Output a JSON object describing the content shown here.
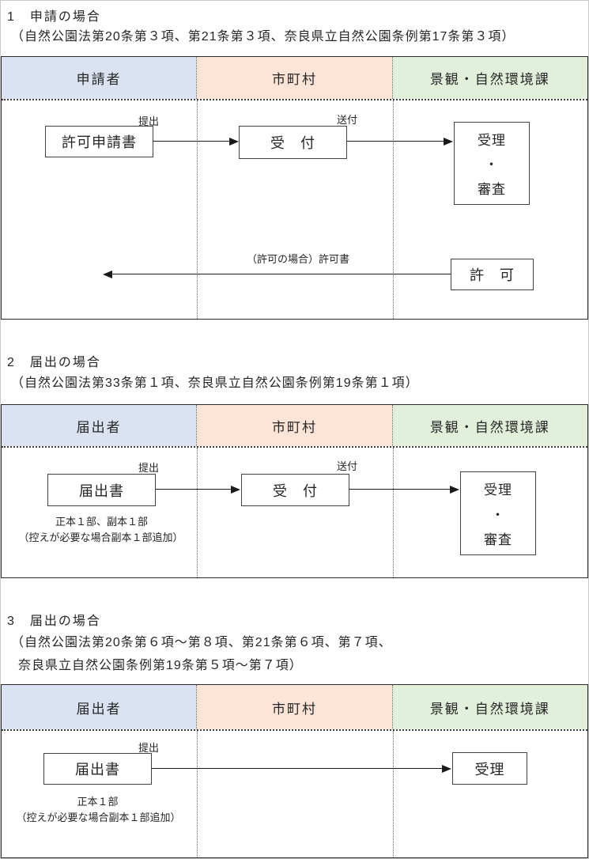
{
  "colors": {
    "applicant_header_bg": "#dbe2f1",
    "municipality_header_bg": "#fce4d6",
    "division_header_bg": "#e2efda",
    "table_border": "#2b2b2b",
    "arrow": "#1a1a1a"
  },
  "sections": [
    {
      "title": "1　申請の場合",
      "law_lines": [
        "（自然公園法第20条第３項、第21条第３項、奈良県立自然公園条例第17条第３項）"
      ],
      "columns": {
        "left": "申請者",
        "middle": "市町村",
        "right": "景観・自然環境課"
      },
      "flow": {
        "document_box": "許可申請書",
        "submit_label": "提出",
        "reception_box": "受　付",
        "send_label": "送付",
        "acceptance_box_lines": [
          "受理",
          "・",
          "審査"
        ],
        "permission_box": "許　可",
        "permit_return_label": "（許可の場合）許可書"
      }
    },
    {
      "title": "2　届出の場合",
      "law_lines": [
        "（自然公園法第33条第１項、奈良県立自然公園条例第19条第１項）"
      ],
      "columns": {
        "left": "届出者",
        "middle": "市町村",
        "right": "景観・自然環境課"
      },
      "flow": {
        "document_box": "届出書",
        "submit_label": "提出",
        "reception_box": "受　付",
        "send_label": "送付",
        "acceptance_box_lines": [
          "受理",
          "・",
          "審査"
        ],
        "note_line1": "正本１部、副本１部",
        "note_line2": "（控えが必要な場合副本１部追加）"
      }
    },
    {
      "title": "3　届出の場合",
      "law_lines": [
        "（自然公園法第20条第６項～第８項、第21条第６項、第７項、",
        "奈良県立自然公園条例第19条第５項～第７項）"
      ],
      "columns": {
        "left": "届出者",
        "middle": "市町村",
        "right": "景観・自然環境課"
      },
      "flow": {
        "document_box": "届出書",
        "submit_label": "提出",
        "acceptance_box": "受理",
        "note_line1": "正本１部",
        "note_line2": "（控えが必要な場合副本１部追加）"
      }
    }
  ]
}
